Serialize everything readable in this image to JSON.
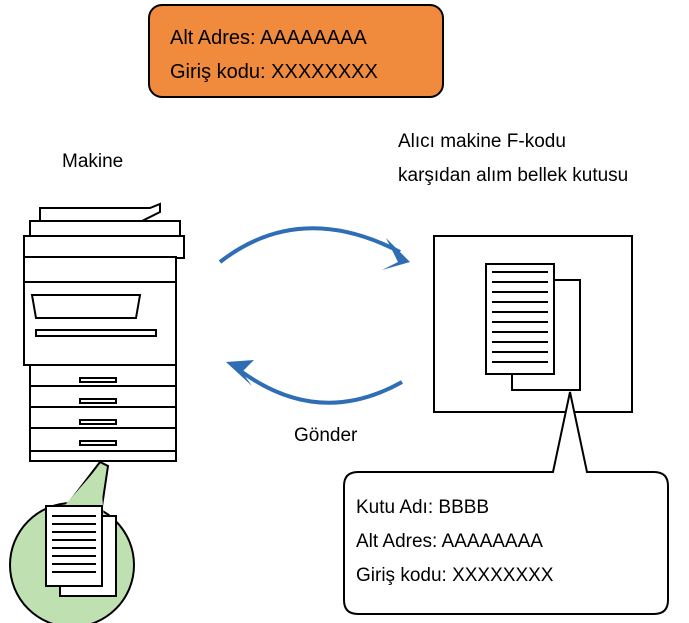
{
  "header_box": {
    "line1": "Alt Adres: AAAAAAAA",
    "line2": "Giriş kodu: XXXXXXXX",
    "fill_color": "#f08a3c"
  },
  "machine": {
    "label": "Makine"
  },
  "receiver": {
    "label_line1": "Alıcı makine F-kodu",
    "label_line2": "karşıdan alım bellek kutusu"
  },
  "arrow": {
    "label": "Gönder",
    "color": "#2f6db5"
  },
  "callout": {
    "line1": "Kutu Adı: BBBB",
    "line2": "Alt Adres: AAAAAAAA",
    "line3": "Giriş kodu: XXXXXXXX"
  },
  "document_circle": {
    "fill_color": "#bfe0b0"
  }
}
